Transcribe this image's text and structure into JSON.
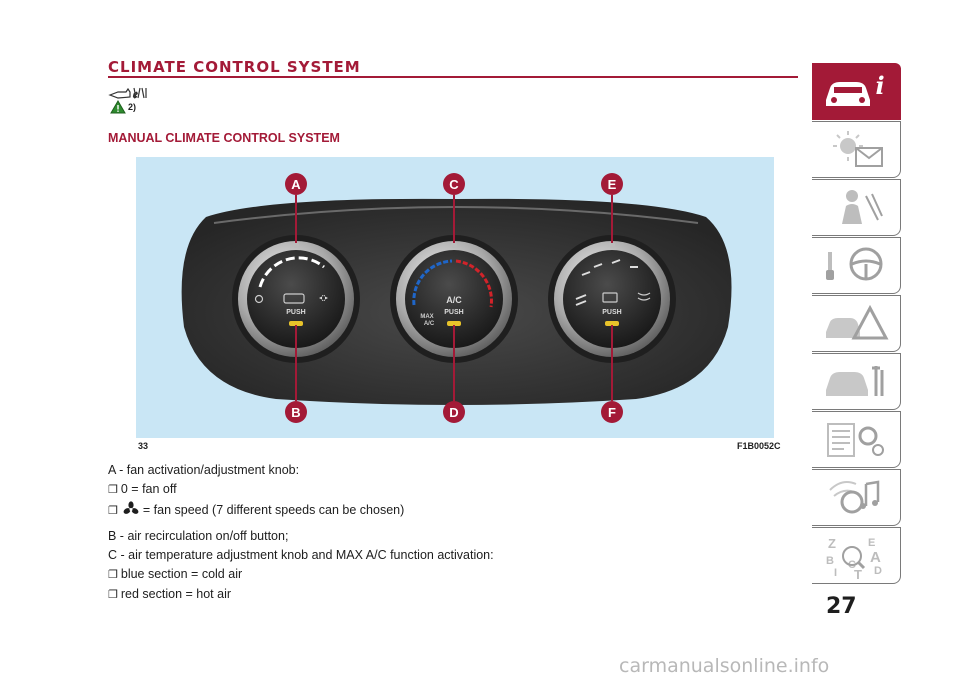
{
  "header": {
    "title": "CLIMATE CONTROL SYSTEM"
  },
  "warning": {
    "note_ref": "2)"
  },
  "section": {
    "title": "MANUAL CLIMATE CONTROL SYSTEM"
  },
  "figure": {
    "number": "33",
    "code": "F1B0052C",
    "callouts": [
      "A",
      "B",
      "C",
      "D",
      "E",
      "F"
    ],
    "knob_labels": {
      "push": "PUSH",
      "ac": "A/C",
      "max": "MAX",
      "max_ac": "A/C"
    }
  },
  "body": {
    "a_item": "A - fan activation/adjustment knob:",
    "fan_off": "0 = fan off",
    "fan_speed": "= fan speed (7 different speeds can be chosen)",
    "b_item": "B - air recirculation on/off button;",
    "c_item": "C - air temperature adjustment knob and MAX A/C function activation:",
    "blue": "blue section = cold air",
    "red": "red section = hot air",
    "bullet": "❐"
  },
  "page": {
    "number": "27"
  },
  "footer": {
    "watermark": "carmanualsonline.info"
  },
  "sidebar": {
    "tabs": [
      "info-car-icon",
      "warning-light-icon",
      "airbag-icon",
      "steering-wheel-icon",
      "breakdown-icon",
      "maintenance-icon",
      "specifications-icon",
      "multimedia-icon",
      "index-icon"
    ],
    "index_letters": [
      "Z",
      "E",
      "A",
      "B",
      "C",
      "I",
      "T",
      "D"
    ]
  },
  "colors": {
    "accent": "#a31a37",
    "figure_bg": "#c9e6f5",
    "panel": "#3a3a3a",
    "cold": "#1f66c9",
    "hot": "#d2232a",
    "led": "#e8c32a"
  }
}
